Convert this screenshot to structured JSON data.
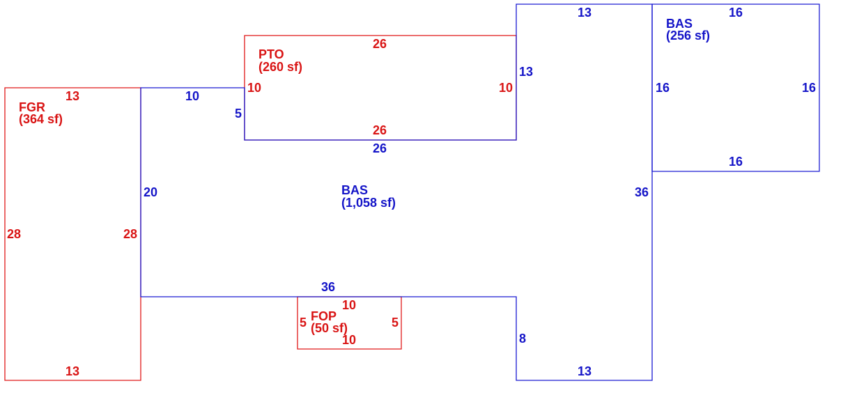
{
  "colors": {
    "red": "#d91414",
    "blue": "#1414c8"
  },
  "areas": {
    "fgr": {
      "name": "FGR",
      "area": "(364 sf)"
    },
    "pto": {
      "name": "PTO",
      "area": "(260 sf)"
    },
    "bas_main": {
      "name": "BAS",
      "area": "(1,058 sf)"
    },
    "bas_small": {
      "name": "BAS",
      "area": "(256 sf)"
    },
    "fop": {
      "name": "FOP",
      "area": "(50 sf)"
    }
  },
  "dimensions": {
    "fgr": {
      "top": "13",
      "left": "28",
      "right": "28",
      "bottom": "13"
    },
    "pto": {
      "top": "26",
      "left": "10",
      "right": "10",
      "bottom": "26"
    },
    "bas_main": {
      "top_left": "10",
      "step_left": "5",
      "under_pto": "26",
      "right_upper": "13",
      "top_right": "13",
      "left": "20",
      "right": "36",
      "bottom_long": "36",
      "step_down": "8",
      "bottom_right": "13"
    },
    "bas_small": {
      "top": "16",
      "left": "16",
      "right": "16",
      "bottom": "16"
    },
    "fop": {
      "top": "10",
      "left": "5",
      "right": "5",
      "bottom": "10"
    }
  }
}
